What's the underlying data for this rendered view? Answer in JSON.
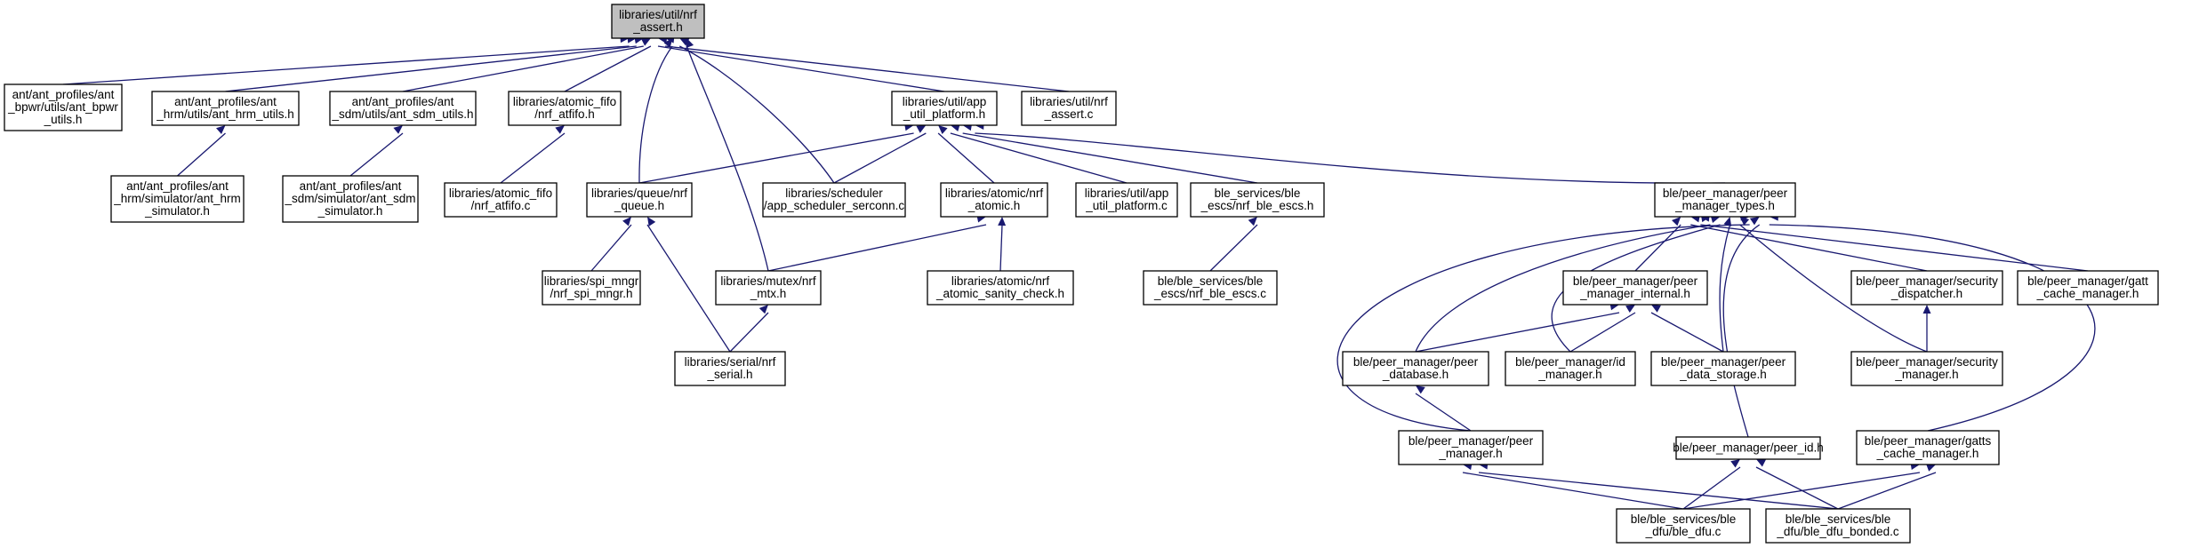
{
  "colors": {
    "edge": "#191970",
    "root_fill": "#bfbfbf",
    "node_border": "#000000",
    "background": "#ffffff"
  },
  "nodes": [
    {
      "id": "root",
      "lines": [
        "libraries/util/nrf",
        "_assert.h"
      ],
      "root": true
    },
    {
      "id": "bpwr",
      "lines": [
        "ant/ant_profiles/ant",
        "_bpwr/utils/ant_bpwr",
        "_utils.h"
      ]
    },
    {
      "id": "hrm_utils",
      "lines": [
        "ant/ant_profiles/ant",
        "_hrm/utils/ant_hrm_utils.h"
      ]
    },
    {
      "id": "sdm_utils",
      "lines": [
        "ant/ant_profiles/ant",
        "_sdm/utils/ant_sdm_utils.h"
      ]
    },
    {
      "id": "atfifo_h",
      "lines": [
        "libraries/atomic_fifo",
        "/nrf_atfifo.h"
      ]
    },
    {
      "id": "app_util_platform_h",
      "lines": [
        "libraries/util/app",
        "_util_platform.h"
      ]
    },
    {
      "id": "nrf_assert_c",
      "lines": [
        "libraries/util/nrf",
        "_assert.c"
      ]
    },
    {
      "id": "hrm_sim",
      "lines": [
        "ant/ant_profiles/ant",
        "_hrm/simulator/ant_hrm",
        "_simulator.h"
      ]
    },
    {
      "id": "sdm_sim",
      "lines": [
        "ant/ant_profiles/ant",
        "_sdm/simulator/ant_sdm",
        "_simulator.h"
      ]
    },
    {
      "id": "atfifo_c",
      "lines": [
        "libraries/atomic_fifo",
        "/nrf_atfifo.c"
      ]
    },
    {
      "id": "queue_h",
      "lines": [
        "libraries/queue/nrf",
        "_queue.h"
      ]
    },
    {
      "id": "sched",
      "lines": [
        "libraries/scheduler",
        "/app_scheduler_serconn.c"
      ]
    },
    {
      "id": "atomic_h",
      "lines": [
        "libraries/atomic/nrf",
        "_atomic.h"
      ]
    },
    {
      "id": "app_util_platform_c",
      "lines": [
        "libraries/util/app",
        "_util_platform.c"
      ]
    },
    {
      "id": "escs_h",
      "lines": [
        "ble_services/ble",
        "_escs/nrf_ble_escs.h"
      ]
    },
    {
      "id": "pm_types",
      "lines": [
        "ble/peer_manager/peer",
        "_manager_types.h"
      ]
    },
    {
      "id": "spi_mngr",
      "lines": [
        "libraries/spi_mngr",
        "/nrf_spi_mngr.h"
      ]
    },
    {
      "id": "mtx",
      "lines": [
        "libraries/mutex/nrf",
        "_mtx.h"
      ]
    },
    {
      "id": "sanity",
      "lines": [
        "libraries/atomic/nrf",
        "_atomic_sanity_check.h"
      ]
    },
    {
      "id": "escs_c",
      "lines": [
        "ble/ble_services/ble",
        "_escs/nrf_ble_escs.c"
      ]
    },
    {
      "id": "serial",
      "lines": [
        "libraries/serial/nrf",
        "_serial.h"
      ]
    },
    {
      "id": "pm_internal",
      "lines": [
        "ble/peer_manager/peer",
        "_manager_internal.h"
      ]
    },
    {
      "id": "sec_disp",
      "lines": [
        "ble/peer_manager/security",
        "_dispatcher.h"
      ]
    },
    {
      "id": "gcm_h",
      "lines": [
        "ble/peer_manager/gatt",
        "_cache_manager.h"
      ]
    },
    {
      "id": "pdb",
      "lines": [
        "ble/peer_manager/peer",
        "_database.h"
      ]
    },
    {
      "id": "id_mgr",
      "lines": [
        "ble/peer_manager/id",
        "_manager.h"
      ]
    },
    {
      "id": "pds",
      "lines": [
        "ble/peer_manager/peer",
        "_data_storage.h"
      ]
    },
    {
      "id": "sec_mgr",
      "lines": [
        "ble/peer_manager/security",
        "_manager.h"
      ]
    },
    {
      "id": "pm_h",
      "lines": [
        "ble/peer_manager/peer",
        "_manager.h"
      ]
    },
    {
      "id": "peer_id",
      "lines": [
        "ble/peer_manager/peer_id.h"
      ]
    },
    {
      "id": "gatts_cm",
      "lines": [
        "ble/peer_manager/gatts",
        "_cache_manager.h"
      ]
    },
    {
      "id": "dfu",
      "lines": [
        "ble/ble_services/ble",
        "_dfu/ble_dfu.c"
      ]
    },
    {
      "id": "dfu_bonded",
      "lines": [
        "ble/ble_services/ble",
        "_dfu/ble_dfu_bonded.c"
      ]
    }
  ],
  "edges": [
    [
      "bpwr",
      "root"
    ],
    [
      "hrm_utils",
      "root"
    ],
    [
      "sdm_utils",
      "root"
    ],
    [
      "atfifo_h",
      "root"
    ],
    [
      "app_util_platform_h",
      "root"
    ],
    [
      "nrf_assert_c",
      "root"
    ],
    [
      "queue_h",
      "root"
    ],
    [
      "sched",
      "root"
    ],
    [
      "mtx",
      "root"
    ],
    [
      "hrm_sim",
      "hrm_utils"
    ],
    [
      "sdm_sim",
      "sdm_utils"
    ],
    [
      "atfifo_c",
      "atfifo_h"
    ],
    [
      "queue_h",
      "app_util_platform_h"
    ],
    [
      "sched",
      "app_util_platform_h"
    ],
    [
      "atomic_h",
      "app_util_platform_h"
    ],
    [
      "app_util_platform_c",
      "app_util_platform_h"
    ],
    [
      "escs_h",
      "app_util_platform_h"
    ],
    [
      "pm_types",
      "app_util_platform_h"
    ],
    [
      "spi_mngr",
      "queue_h"
    ],
    [
      "serial",
      "queue_h"
    ],
    [
      "mtx",
      "atomic_h"
    ],
    [
      "sanity",
      "atomic_h"
    ],
    [
      "escs_c",
      "escs_h"
    ],
    [
      "serial",
      "mtx"
    ],
    [
      "pm_internal",
      "pm_types"
    ],
    [
      "sec_disp",
      "pm_types"
    ],
    [
      "gcm_h",
      "pm_types"
    ],
    [
      "pdb",
      "pm_types"
    ],
    [
      "id_mgr",
      "pm_types"
    ],
    [
      "pds",
      "pm_types"
    ],
    [
      "sec_mgr",
      "pm_types"
    ],
    [
      "pm_h",
      "pm_types"
    ],
    [
      "peer_id",
      "pm_types"
    ],
    [
      "gatts_cm",
      "pm_types"
    ],
    [
      "pdb",
      "pm_internal"
    ],
    [
      "id_mgr",
      "pm_internal"
    ],
    [
      "pds",
      "pm_internal"
    ],
    [
      "sec_mgr",
      "sec_disp"
    ],
    [
      "pm_h",
      "pdb"
    ],
    [
      "dfu",
      "pm_h"
    ],
    [
      "dfu_bonded",
      "pm_h"
    ],
    [
      "dfu",
      "peer_id"
    ],
    [
      "dfu_bonded",
      "peer_id"
    ],
    [
      "dfu",
      "gatts_cm"
    ],
    [
      "dfu_bonded",
      "gatts_cm"
    ]
  ]
}
